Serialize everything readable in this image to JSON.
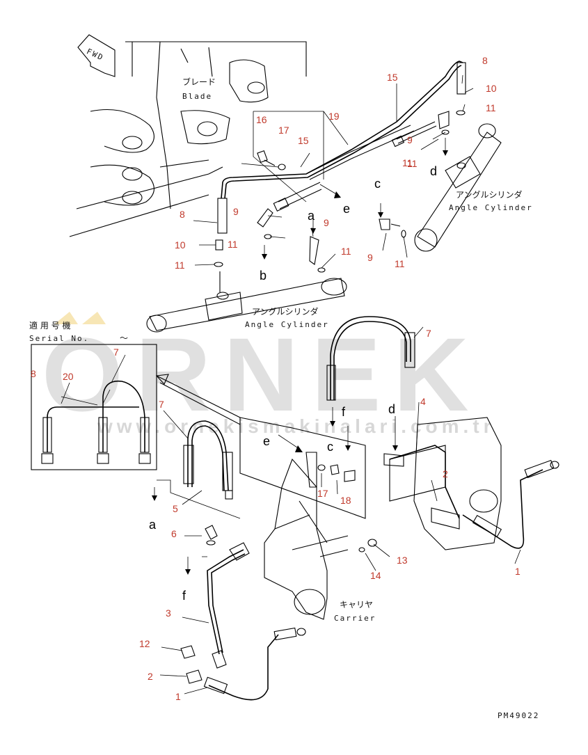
{
  "diagram": {
    "direction_label": "FWD",
    "part_code": "PM49022",
    "serial_label_jp": "適 用 号 機",
    "serial_label_en": "Serial No.",
    "serial_range_mark": "～",
    "watermark_brand": "ORNEK",
    "watermark_url": "www.ornekismakinalari.com.tr",
    "watermark_color": "#c8c8c8",
    "callout_color": "#c0392b",
    "labels": {
      "blade_jp": "ブレード",
      "blade_en": "Blade",
      "angle_cyl_jp": "アングルシリンダ",
      "angle_cyl_en": "Angle Cylinder",
      "carrier_jp": "キャリヤ",
      "carrier_en": "Carrier"
    },
    "callouts": [
      {
        "id": "c8a",
        "text": "8"
      },
      {
        "id": "c10a",
        "text": "10"
      },
      {
        "id": "c11a",
        "text": "11"
      },
      {
        "id": "c15a",
        "text": "15"
      },
      {
        "id": "c15b",
        "text": "15"
      },
      {
        "id": "c19",
        "text": "19"
      },
      {
        "id": "c16",
        "text": "16"
      },
      {
        "id": "c17a",
        "text": "17"
      },
      {
        "id": "c9a",
        "text": "9"
      },
      {
        "id": "c11b",
        "text": "11"
      },
      {
        "id": "c8b",
        "text": "8"
      },
      {
        "id": "c9b",
        "text": "9"
      },
      {
        "id": "c11c",
        "text": "11"
      },
      {
        "id": "c10b",
        "text": "10"
      },
      {
        "id": "c11d",
        "text": "11"
      },
      {
        "id": "c9c",
        "text": "9"
      },
      {
        "id": "c11e",
        "text": "11"
      },
      {
        "id": "c11f",
        "text": "11"
      },
      {
        "id": "c9d",
        "text": "9"
      },
      {
        "id": "c11g",
        "text": "11"
      },
      {
        "id": "c7a",
        "text": "7"
      },
      {
        "id": "c4",
        "text": "4"
      },
      {
        "id": "c2a",
        "text": "2"
      },
      {
        "id": "c1a",
        "text": "1"
      },
      {
        "id": "c7b",
        "text": "7"
      },
      {
        "id": "c8c",
        "text": "8"
      },
      {
        "id": "c20",
        "text": "20"
      },
      {
        "id": "c7c",
        "text": "7"
      },
      {
        "id": "c5",
        "text": "5"
      },
      {
        "id": "c6",
        "text": "6"
      },
      {
        "id": "c3",
        "text": "3"
      },
      {
        "id": "c12",
        "text": "12"
      },
      {
        "id": "c2b",
        "text": "2"
      },
      {
        "id": "c1b",
        "text": "1"
      },
      {
        "id": "c17b",
        "text": "17"
      },
      {
        "id": "c18",
        "text": "18"
      },
      {
        "id": "c14",
        "text": "14"
      },
      {
        "id": "c13",
        "text": "13"
      }
    ],
    "port_letters": {
      "e1": "e",
      "a1": "a",
      "b1": "b",
      "c1": "c",
      "d1": "d",
      "f2": "f",
      "c2": "c",
      "d2": "d",
      "e2": "e",
      "a2": "a",
      "f3": "f"
    }
  }
}
